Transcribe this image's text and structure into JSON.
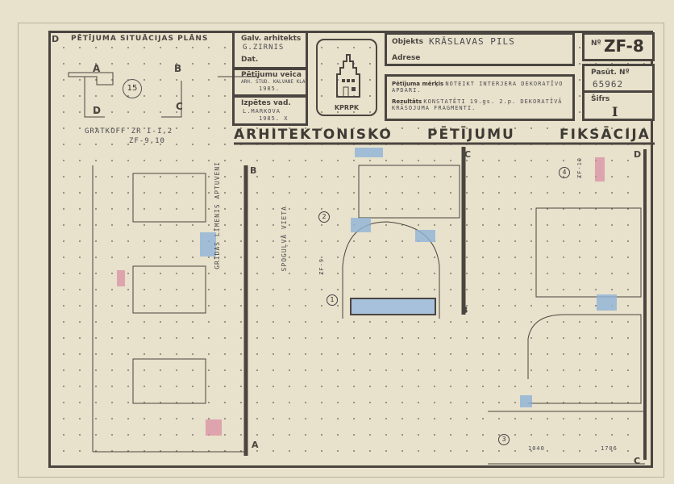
{
  "plan": {
    "title": "PĒTĪJUMA SITUĀCIJAS PLĀNS",
    "corner": "D",
    "number": "15",
    "markers": [
      "A",
      "B",
      "C",
      "D"
    ],
    "note1": "GRATKOFF ZR I-1,2",
    "note2": "ZF-9,10"
  },
  "credits": {
    "chief_label": "Galv. arhitekts",
    "chief_value": "G.ZIRNIS",
    "date_label": "Dat.",
    "research_label": "Pētījumu veica",
    "research_value": "ARH. STUD. KALVĀNE KLAVA-KLAVINA",
    "research_date": "1985.",
    "exec_label": "Izpētes vad.",
    "exec_value": "L.MARKOVA",
    "exec_date": "1985. X"
  },
  "logo": {
    "text": "KPRPK"
  },
  "object": {
    "object_label": "Objekts",
    "object_value": "KRĀSLAVAS PILS",
    "address_label": "Adrese"
  },
  "purpose": {
    "goal_label": "Pētījuma mērķis",
    "goal_value": "NOTEIKT INTERJERA DEKORATĪVO APDARI.",
    "result_label": "Rezultāts",
    "result_value": "KONSTATĒTI 19.gs. 2.p. DEKORATĪVĀ KRĀSOJUMA FRAGMENTI."
  },
  "codes": {
    "no_label": "Nº",
    "no_value": "ZF-8",
    "order_label": "Pasūt. Nº",
    "order_value": "65962",
    "cipher_label": "Šifrs",
    "cipher_value": "I"
  },
  "banner": {
    "w1": "ARHITEKTONISKO",
    "w2": "PĒTĪJUMU",
    "w3": "FIKSĀCIJA"
  },
  "annotations": {
    "floor": "GRĪDAS LĪMENIS APTUVENI",
    "mirror": "SPOGUĻVĀ VIETA",
    "n1": "1",
    "n2": "2",
    "n3": "3",
    "n4": "4",
    "zf9": "ZF-9",
    "zf10": "ZF-10",
    "dim1": "1040",
    "dim2": "1706"
  },
  "colors": {
    "paper": "#e8e1cb",
    "ink": "#4a4540",
    "blue": "#8fb4d8",
    "pink": "#d98aa0"
  }
}
